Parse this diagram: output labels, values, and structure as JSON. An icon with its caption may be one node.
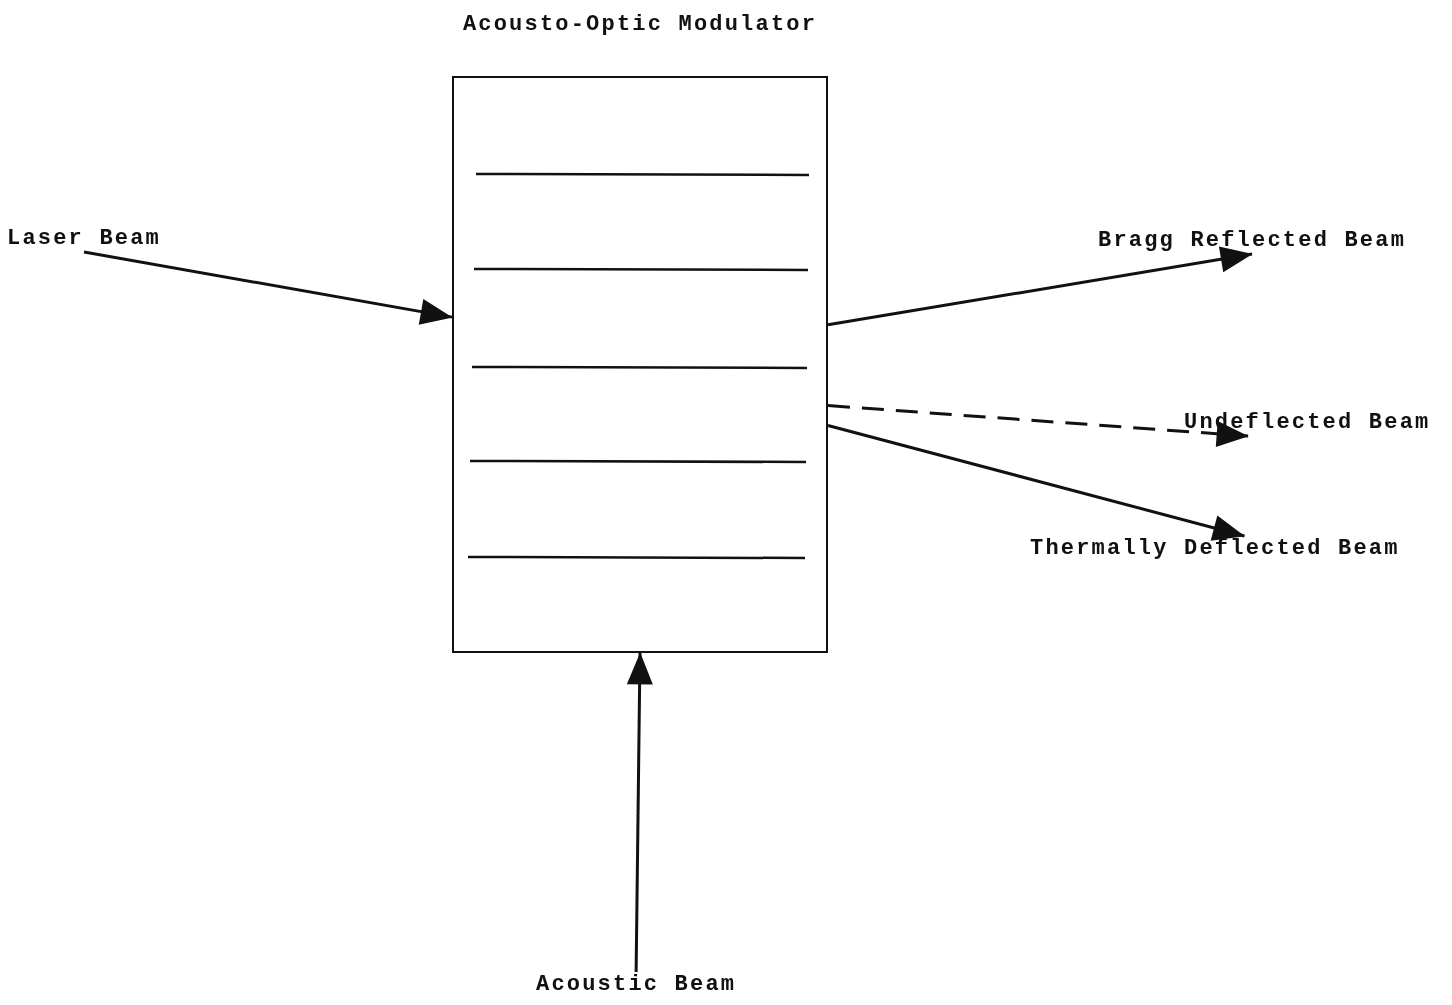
{
  "diagram": {
    "nodes": [
      {
        "text": [
          "Acousto-Optic Modulator"
        ]
      },
      {
        "text": [
          "Laser Beam"
        ]
      },
      {
        "text": [
          "Bragg Reflected Beam"
        ]
      },
      {
        "text": [
          "Undeflected Beam"
        ]
      },
      {
        "text": [
          "Thermally Deflected Beam"
        ]
      },
      {
        "text": [
          "Acoustic Beam"
        ]
      }
    ],
    "edges": [
      {
        "from": 1,
        "to": 0,
        "arrow": "to"
      },
      {
        "from": 0,
        "to": 2,
        "arrow": "to"
      },
      {
        "from": 0,
        "to": 3,
        "arrow": "to",
        "style": "dashed"
      },
      {
        "from": 0,
        "to": 4,
        "arrow": "to"
      },
      {
        "from": 5,
        "to": 0,
        "arrow": "to"
      }
    ]
  }
}
